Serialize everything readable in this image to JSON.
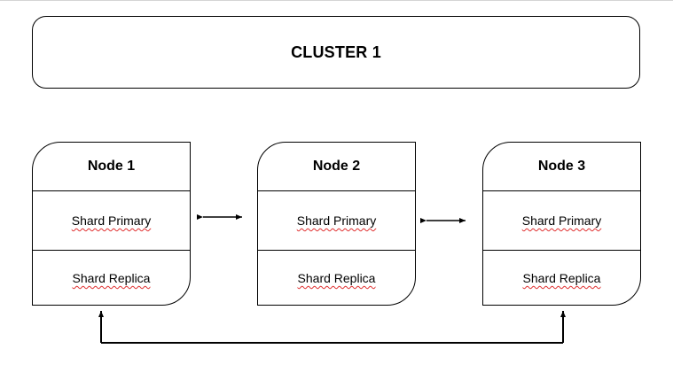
{
  "cluster": {
    "title": "CLUSTER 1"
  },
  "nodes": [
    {
      "title": "Node 1",
      "primary_label": "Shard Primary",
      "replica_label": "Shard Replica"
    },
    {
      "title": "Node 2",
      "primary_label": "Shard Primary",
      "replica_label": "Shard Replica"
    },
    {
      "title": "Node 3",
      "primary_label": "Shard Primary",
      "replica_label": "Shard Replica"
    }
  ],
  "connections": [
    {
      "from": "Node 1",
      "to": "Node 2",
      "style": "bidirectional-arrow"
    },
    {
      "from": "Node 2",
      "to": "Node 3",
      "style": "bidirectional-arrow"
    },
    {
      "from": "Node 1",
      "to": "Node 3",
      "style": "bracket-arrow-up-both-ends"
    }
  ],
  "colors": {
    "stroke": "#000000",
    "background": "#ffffff",
    "spellcheck_underline": "#e03030"
  }
}
